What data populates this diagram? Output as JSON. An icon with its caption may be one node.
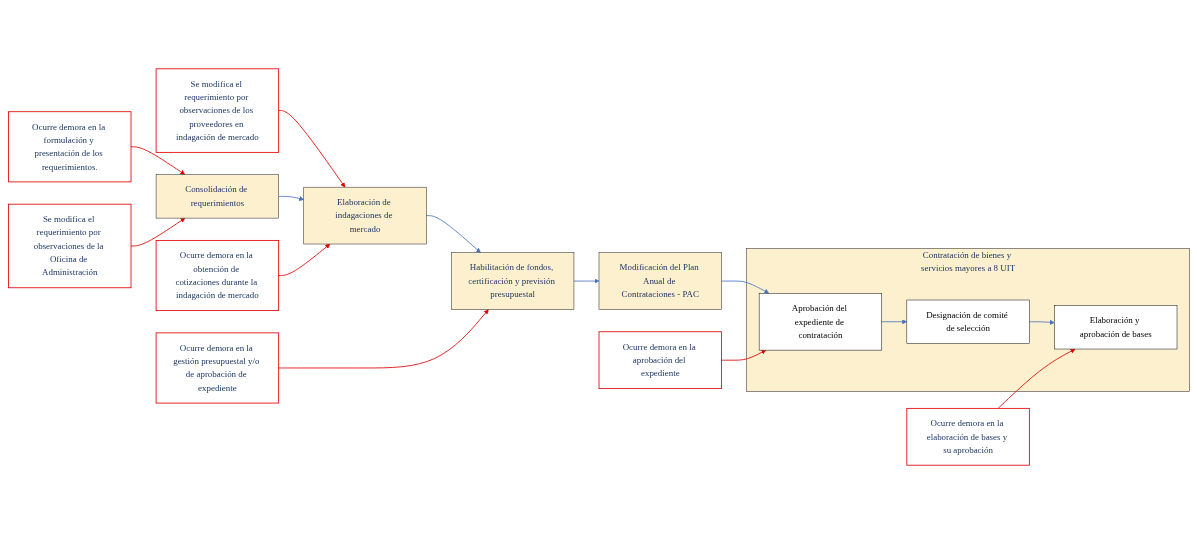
{
  "diagram": {
    "nodes": [
      {
        "text": [
          "Ocurre demora en la formulación y presentación de los requerimientos."
        ]
      },
      {
        "text": [
          "Se modifica el requerimiento por observaciones de los proveedores en indagación de mercado"
        ]
      },
      {
        "text": [
          "Consolidación de requerimientos"
        ]
      },
      {
        "text": [
          "Elaboración de indagaciones de mercado"
        ]
      },
      {
        "text": [
          "Habilitación de fondos, certificación y previsión presupuestal"
        ]
      },
      {
        "text": [
          "Modificación del Plan Anual de Contrataciones - PAC"
        ]
      },
      {
        "text": [
          "Contratación de bienes y servicios mayores a 8 UIT"
        ]
      },
      {
        "text": [
          "Aprobación del expediente de contratación"
        ],
        "in": 6
      },
      {
        "text": [
          "Designación de comité de selección"
        ],
        "in": 6
      },
      {
        "text": [
          "Elaboración y aprobación de bases"
        ],
        "in": 6
      },
      {
        "text": [
          "Se modifica el requerimiento por observaciones de la Oficina de Administración"
        ]
      },
      {
        "text": [
          "Ocurre demora en la obtención de cotizaciones durante la indagación de mercado"
        ]
      },
      {
        "text": [
          "Ocurre demora en la gestión presupuestal y/o de aprobación de expediente"
        ]
      },
      {
        "text": [
          "Ocurre demora en la aprobación del expediente"
        ]
      },
      {
        "text": [
          "Ocurre demora en la elaboración de bases y su aprobación"
        ]
      }
    ],
    "edges": [
      {
        "from": 0,
        "to": 2,
        "arrow": "to"
      },
      {
        "from": 1,
        "to": 3,
        "arrow": "to"
      },
      {
        "from": 2,
        "to": 3,
        "arrow": "to",
        "color": "#4472c4"
      },
      {
        "from": 3,
        "to": 4,
        "arrow": "to",
        "color": "#4472c4"
      },
      {
        "from": 4,
        "to": 5,
        "arrow": "to",
        "color": "#4472c4"
      },
      {
        "from": 5,
        "to": 7,
        "arrow": "to",
        "color": "#4472c4"
      },
      {
        "from": 7,
        "to": 8,
        "arrow": "to",
        "color": "#4472c4"
      },
      {
        "from": 8,
        "to": 9,
        "arrow": "to",
        "color": "#4472c4"
      },
      {
        "from": 10,
        "to": 2,
        "arrow": "to"
      },
      {
        "from": 11,
        "to": 3,
        "arrow": "to"
      },
      {
        "from": 12,
        "to": 4,
        "arrow": "to"
      },
      {
        "from": 13,
        "to": 7,
        "arrow": "to"
      },
      {
        "from": 14,
        "to": 9,
        "arrow": "to"
      }
    ]
  }
}
